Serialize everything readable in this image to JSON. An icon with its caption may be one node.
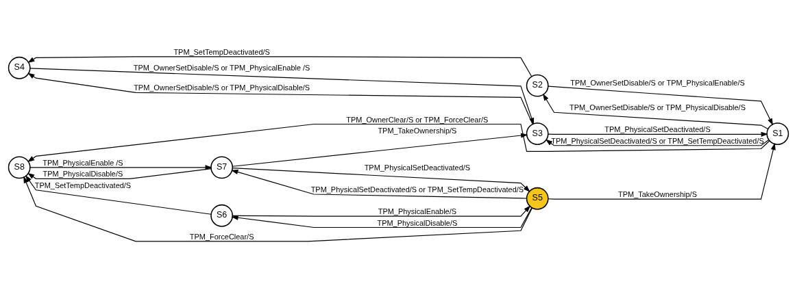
{
  "diagram": {
    "nodes": [
      {
        "text": [
          "S2"
        ]
      },
      {
        "text": [
          "S4"
        ]
      },
      {
        "text": [
          "S3"
        ]
      },
      {
        "text": [
          "S1"
        ]
      },
      {
        "text": [
          "S8"
        ]
      },
      {
        "text": [
          "S7"
        ]
      },
      {
        "text": [
          "S6"
        ]
      },
      {
        "text": [
          "S5"
        ]
      }
    ],
    "edges": [
      {
        "from": 0,
        "to": 1,
        "arrow": "to",
        "label": "TPM_SetTempDeactivated/S"
      },
      {
        "from": 0,
        "to": 3,
        "arrow": "to",
        "label": "TPM_OwnerSetDisable/S or TPM_PhysicalEnable/S"
      },
      {
        "from": 3,
        "to": 0,
        "arrow": "to",
        "label": "TPM_OwnerSetDisable/S or TPM_PhysicalDisable/S"
      },
      {
        "from": 2,
        "to": 1,
        "arrow": "to",
        "label": "TPM_OwnerSetDisable/S or TPM_PhysicalDisable/S"
      },
      {
        "from": 1,
        "to": 2,
        "arrow": "to",
        "label": "TPM_OwnerSetDisable/S or TPM_PhysicalEnable /S"
      },
      {
        "from": 2,
        "to": 3,
        "arrow": "to",
        "label": "TPM_PhysicalSetDeactivated/S"
      },
      {
        "from": 3,
        "to": 2,
        "arrow": "to",
        "label": "TPM_PhysicalSetDeactivated/S or TPM_SetTempDeactivated/S"
      },
      {
        "from": 5,
        "to": 2,
        "arrow": "to",
        "label": "TPM_TakeOwnership/S"
      },
      {
        "from": 4,
        "to": 5,
        "arrow": "to",
        "label": "TPM_PhysicalEnable /S"
      },
      {
        "from": 5,
        "to": 4,
        "arrow": "to",
        "label": "TPM_PhysicalDisable/S"
      },
      {
        "from": 5,
        "to": 7,
        "arrow": "to",
        "label": "TPM_PhysicalSetDeactivated/S"
      },
      {
        "from": 7,
        "to": 5,
        "arrow": "to",
        "label": "TPM_PhysicalSetDeactivated/S or TPM_SetTempDeactivated/S"
      },
      {
        "from": 6,
        "to": 4,
        "arrow": "to",
        "label": "TPM_SetTempDeactivated/S"
      },
      {
        "from": 6,
        "to": 7,
        "arrow": "to",
        "label": "TPM_PhysicalEnable/S"
      },
      {
        "from": 7,
        "to": 6,
        "arrow": "to",
        "label": "TPM_PhysicalDisable/S"
      },
      {
        "from": 7,
        "to": 3,
        "arrow": "to",
        "label": "TPM_TakeOwnership/S"
      },
      {
        "from": 7,
        "to": 4,
        "arrow": "to",
        "label": "TPM_ForceClear/S"
      },
      {
        "from": 3,
        "to": 4,
        "arrow": "to",
        "label": "TPM_OwnerClear/S or TPM_ForceClear/S"
      }
    ]
  }
}
